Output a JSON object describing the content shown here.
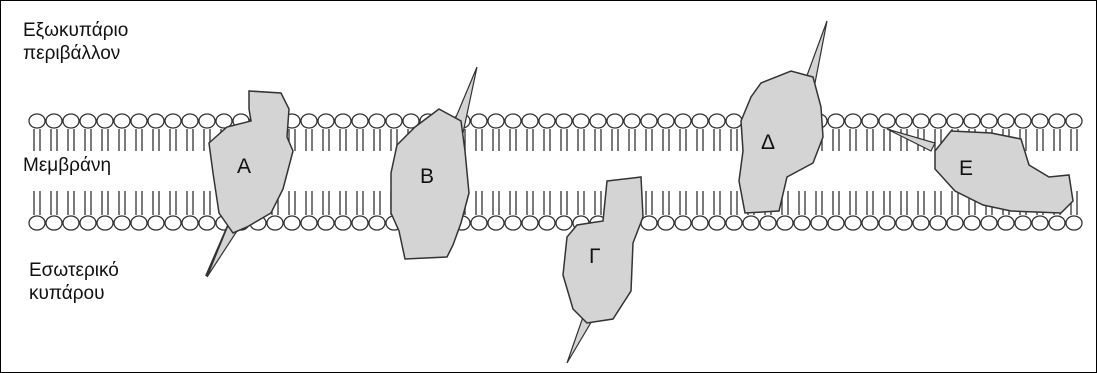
{
  "labels": {
    "extracellular_line1": "Εξωκυπάριο",
    "extracellular_line2": "περιβάλλον",
    "membrane": "Μεμβράνη",
    "intracellular_line1": "Εσωτερικό",
    "intracellular_line2": "κυπάρου"
  },
  "proteins": [
    {
      "id": "A",
      "label": "Α"
    },
    {
      "id": "B",
      "label": "Β"
    },
    {
      "id": "G",
      "label": "Γ"
    },
    {
      "id": "D",
      "label": "Δ"
    },
    {
      "id": "E",
      "label": "Ε"
    }
  ],
  "colors": {
    "protein_fill": "#d4d4d4",
    "outline": "#333333",
    "background": "#ffffff"
  }
}
